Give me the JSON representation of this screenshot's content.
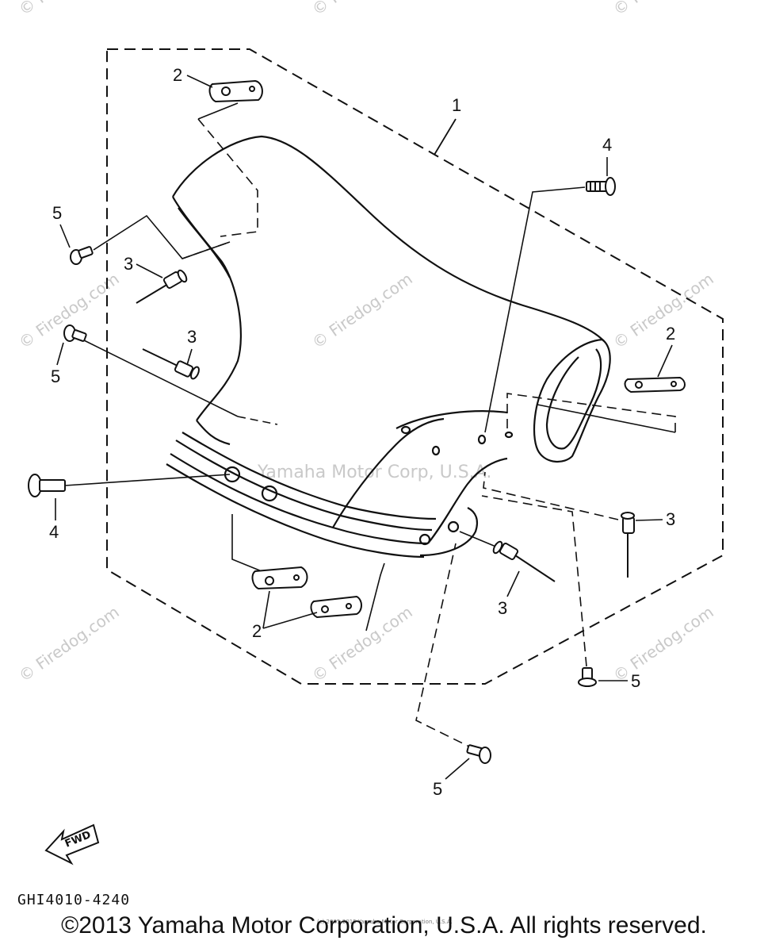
{
  "diagram": {
    "part_labels": {
      "label_1": "1",
      "label_2": "2",
      "label_3": "3",
      "label_4": "4",
      "label_5": "5"
    },
    "watermarks": {
      "firedog": "© Firedog.com",
      "center": "Yamaha Motor Corp, U.S.A."
    },
    "direction_badge": "FWD",
    "diagram_code": "GHI4010-4240",
    "small_notice": "(c) 2005-2015 Yamaha Motor Corporation, U.S.A.",
    "copyright": "©2013 Yamaha Motor Corporation, U.S.A. All rights reserved."
  }
}
